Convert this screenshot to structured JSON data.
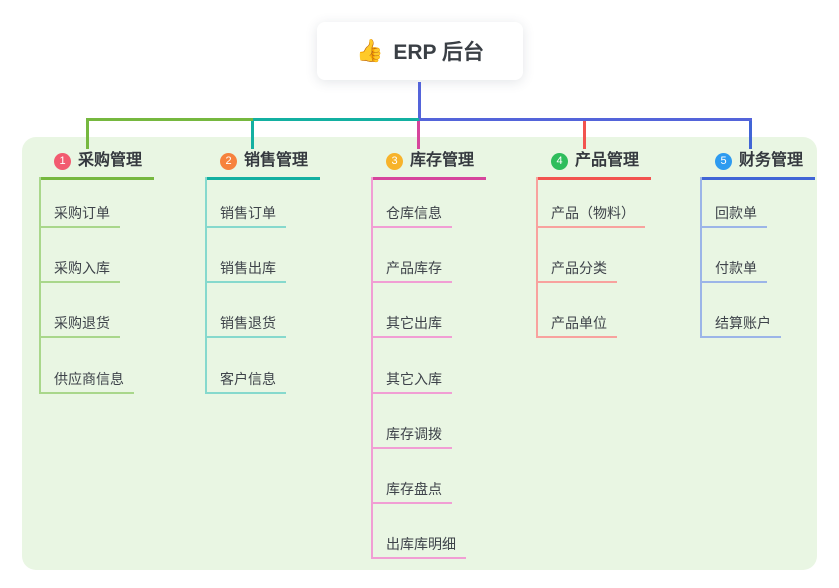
{
  "root": {
    "title": "ERP 后台",
    "icon_glyph": "👍"
  },
  "connectors": {
    "stem_color": "#5464da"
  },
  "canvas": {
    "background": "#ffffff",
    "panel_color": "#e9f6e3"
  },
  "branches": [
    {
      "index": "1",
      "title": "采购管理",
      "badge_color": "#f25b70",
      "line_color": "#76b83f",
      "light_color": "#a9d78b",
      "children": [
        "采购订单",
        "采购入库",
        "采购退货",
        "供应商信息"
      ]
    },
    {
      "index": "2",
      "title": "销售管理",
      "badge_color": "#f6823d",
      "line_color": "#13b0a1",
      "light_color": "#86d9cd",
      "children": [
        "销售订单",
        "销售出库",
        "销售退货",
        "客户信息"
      ]
    },
    {
      "index": "3",
      "title": "库存管理",
      "badge_color": "#f7b32b",
      "line_color": "#d6459c",
      "light_color": "#f19ed4",
      "children": [
        "仓库信息",
        "产品库存",
        "其它出库",
        "其它入库",
        "库存调拨",
        "库存盘点",
        "出库库明细"
      ]
    },
    {
      "index": "4",
      "title": "产品管理",
      "badge_color": "#2fbd5c",
      "line_color": "#f2534f",
      "light_color": "#f8a29e",
      "children": [
        "产品（物料）",
        "产品分类",
        "产品单位"
      ]
    },
    {
      "index": "5",
      "title": "财务管理",
      "badge_color": "#2e9bf0",
      "line_color": "#4165d6",
      "light_color": "#9cb5e8",
      "children": [
        "回款单",
        "付款单",
        "结算账户"
      ]
    }
  ]
}
